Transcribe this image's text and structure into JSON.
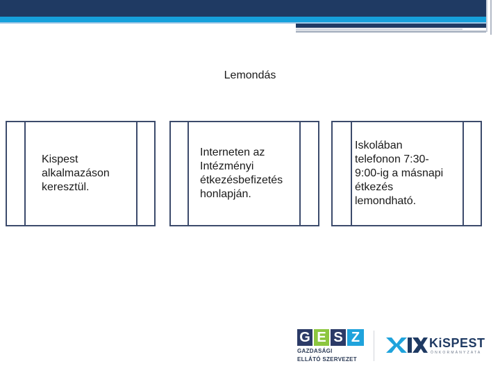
{
  "slide": {
    "title": "Lemondás",
    "cards": [
      {
        "text": "Kispest\nalkalmazáson\nkeresztül."
      },
      {
        "text": "Interneten az\nIntézményi\nétkezésbefizetés\nhonlapján."
      },
      {
        "text": "Iskolában\ntelefonon 7:30-\n9:00-ig a másnapi\nétkezés\nlemondható."
      }
    ]
  },
  "logos": {
    "gesz": {
      "letters": [
        "G",
        "E",
        "S",
        "Z"
      ],
      "letter_colors": [
        "#2b3a67",
        "#8cc63f",
        "#2b3a67",
        "#1fa3dc"
      ],
      "subtitle_line1": "GAZDASÁGI",
      "subtitle_line2": "ELLÁTÓ SZERVEZET"
    },
    "kispest": {
      "wordmark": "KiSPEST",
      "subtitle": "ÖNKORMÁNYZATA",
      "emblem_text": "XIX",
      "colors": {
        "navy": "#1f3a63",
        "blue": "#1fa3dc"
      }
    }
  }
}
